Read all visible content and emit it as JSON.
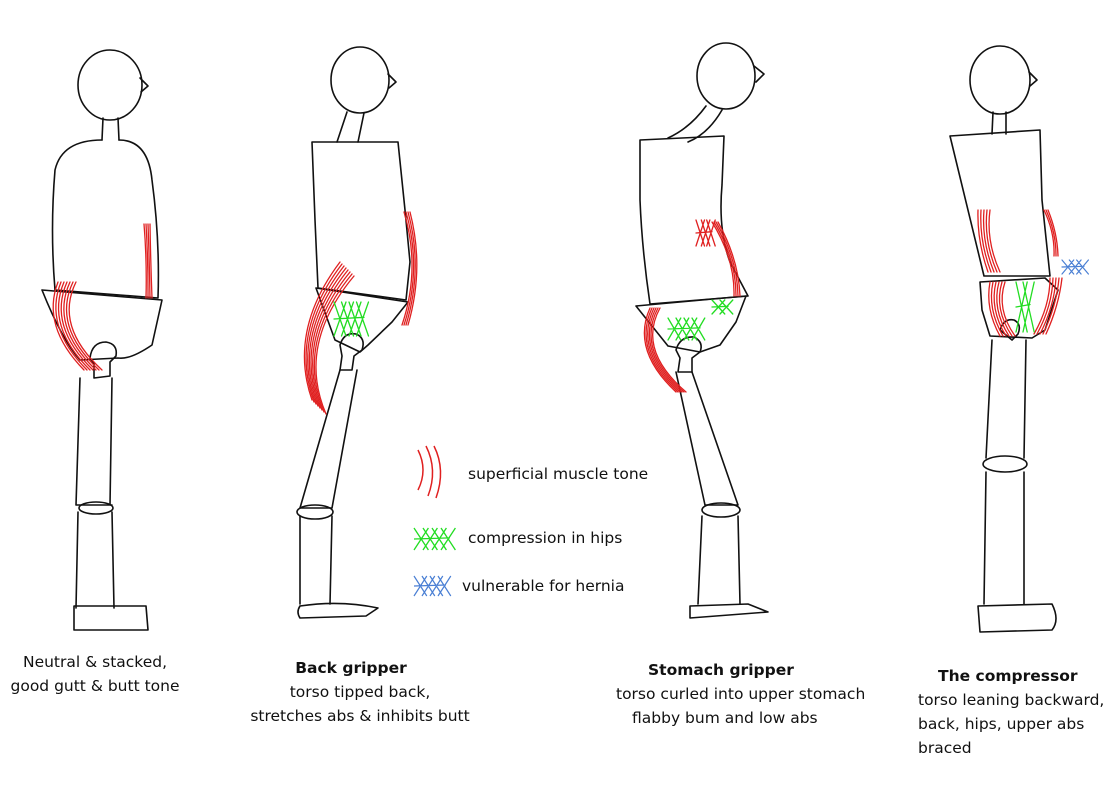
{
  "legend": {
    "muscle": "superficial muscle tone",
    "compression": "compression in hips",
    "hernia": "vulnerable for hernia"
  },
  "figures": [
    {
      "title": "",
      "lines": [
        "Neutral & stacked,",
        "good gutt & butt tone"
      ]
    },
    {
      "title": "Back gripper",
      "lines": [
        "torso tipped back,",
        "stretches abs & inhibits butt"
      ]
    },
    {
      "title": "Stomach gripper",
      "lines": [
        "torso curled into upper stomach",
        "flabby bum and low abs"
      ]
    },
    {
      "title": "The compressor",
      "lines": [
        "torso leaning backward,",
        "back, hips, upper abs",
        "braced"
      ]
    }
  ],
  "colors": {
    "ink": "#111111",
    "muscle": "#e02020",
    "compression": "#22dd22",
    "hernia": "#4a7fd4"
  },
  "icons": [
    "muscle-tone-hatch-icon",
    "compression-hatch-icon",
    "hernia-hatch-icon"
  ]
}
